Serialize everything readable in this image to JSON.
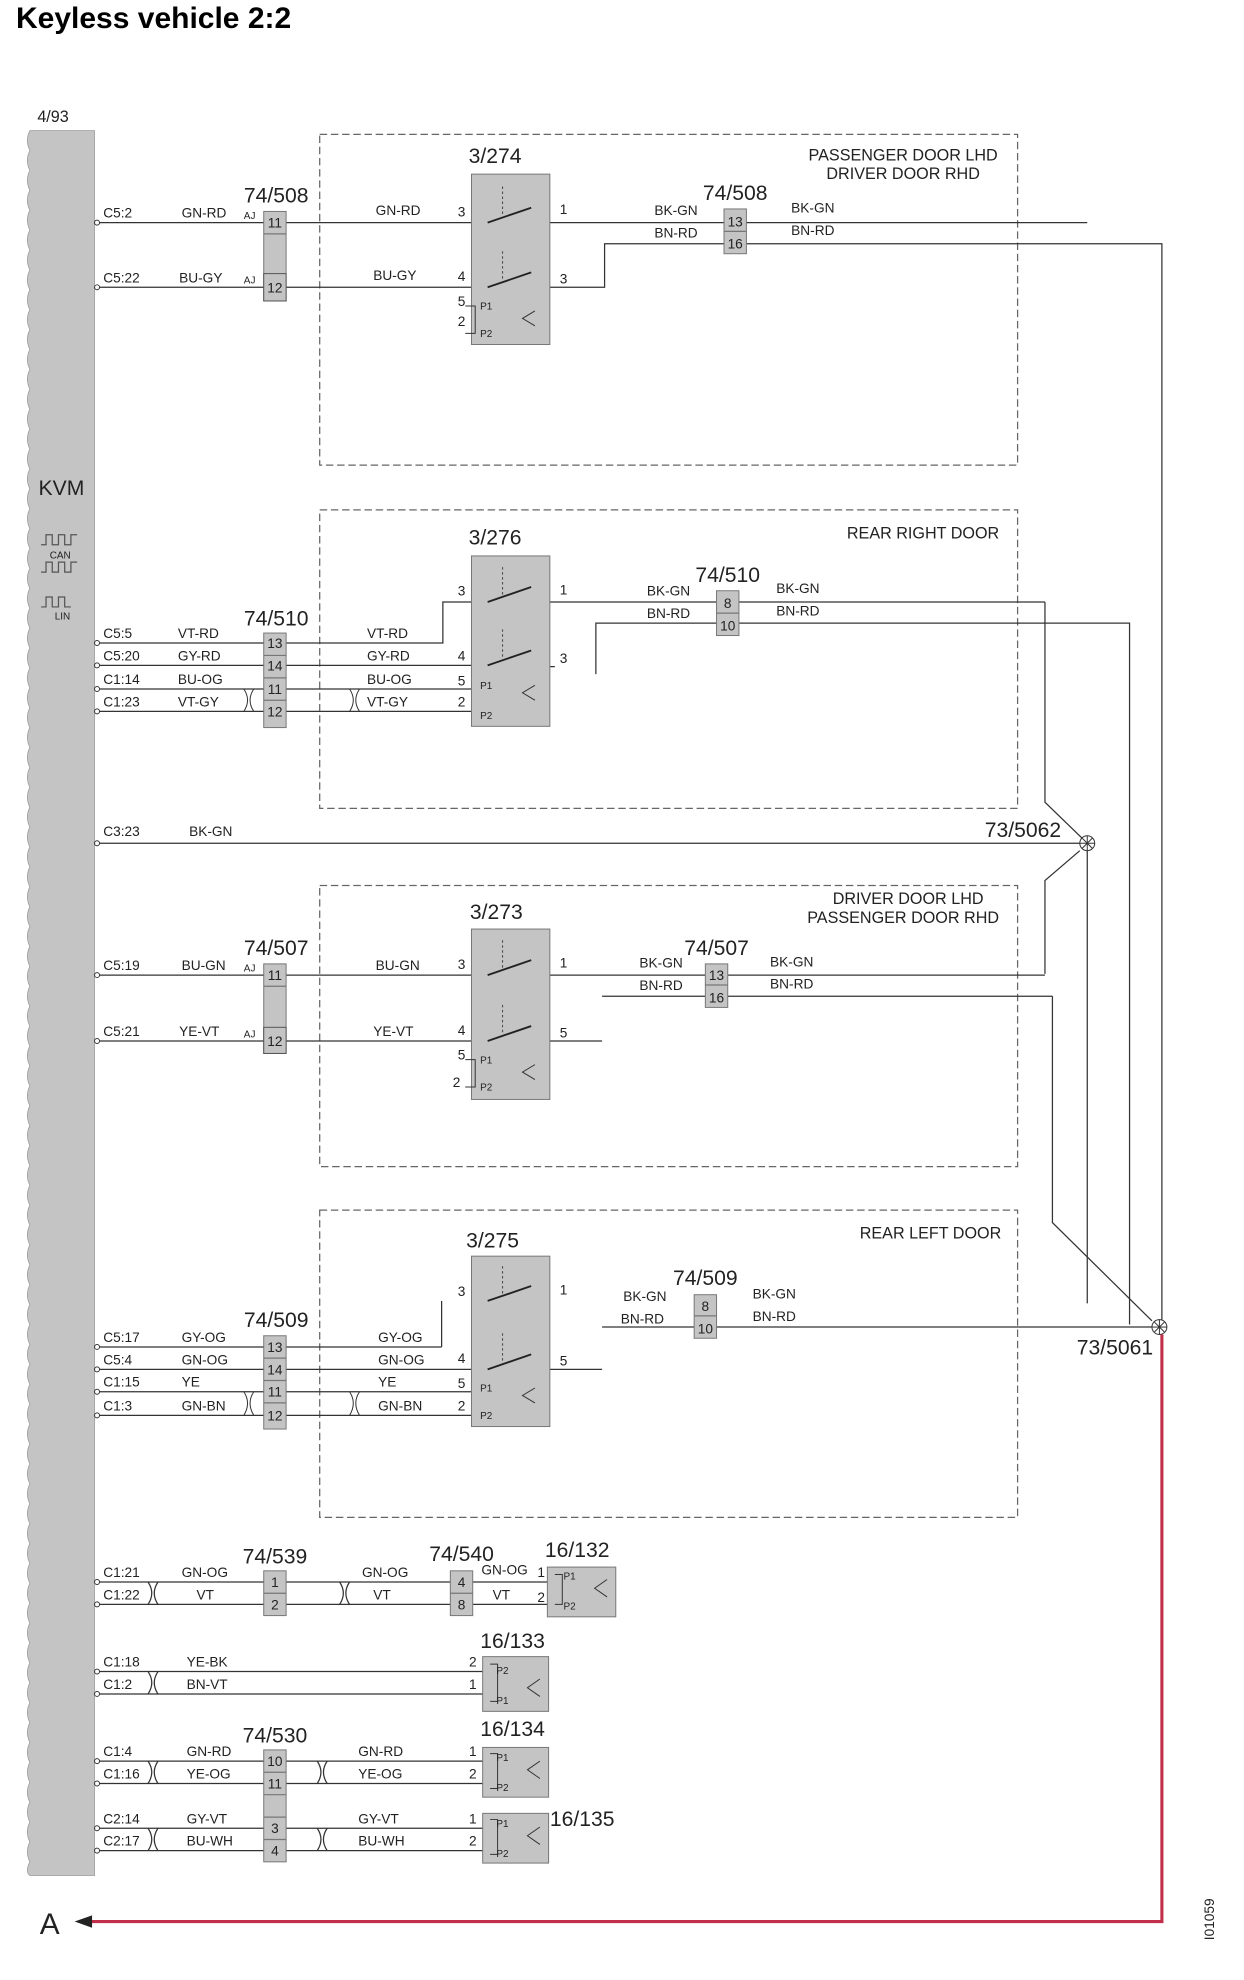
{
  "title": "Keyless vehicle 2:2",
  "module": {
    "ref": "4/93",
    "name": "KVM",
    "can": "CAN",
    "lin": "LIN"
  },
  "drawing_number": "I01059",
  "arrow_label": "A",
  "colors": {
    "wire": "#333333",
    "route": "#c0304a",
    "block": "#c4c4c4"
  },
  "groups": [
    {
      "id": "g1",
      "title_lines": [
        "PASSENGER DOOR LHD",
        "DRIVER DOOR RHD"
      ],
      "switch_ref": "3/274",
      "conn_left": "74/508",
      "conn_right": "74/508",
      "wires": [
        {
          "pin": "C5:2",
          "color": "GN-RD",
          "conn_pin": "11",
          "sw_pin": "3",
          "sw_color": "GN-RD",
          "aj": "AJ"
        },
        {
          "pin": "C5:22",
          "color": "BU-GY",
          "conn_pin": "12",
          "sw_pin": "4",
          "sw_color": "BU-GY",
          "aj": "AJ"
        }
      ],
      "sw_extra_pins": [
        "5",
        "2"
      ],
      "sw_out_pins": [
        "1",
        "3"
      ],
      "out": [
        {
          "color_in": "BK-GN",
          "pin": "13",
          "color_out": "BK-GN"
        },
        {
          "color_in": "BN-RD",
          "pin": "16",
          "color_out": "BN-RD"
        }
      ]
    },
    {
      "id": "g2",
      "title_lines": [
        "REAR RIGHT DOOR"
      ],
      "switch_ref": "3/276",
      "conn_left": "74/510",
      "conn_right": "74/510",
      "wires": [
        {
          "pin": "C5:5",
          "color": "VT-RD",
          "conn_pin": "13",
          "sw_color": "VT-RD"
        },
        {
          "pin": "C5:20",
          "color": "GY-RD",
          "conn_pin": "14",
          "sw_color": "GY-RD"
        },
        {
          "pin": "C1:14",
          "color": "BU-OG",
          "conn_pin": "11",
          "sw_color": "BU-OG"
        },
        {
          "pin": "C1:23",
          "color": "VT-GY",
          "conn_pin": "12",
          "sw_color": "VT-GY"
        }
      ],
      "sw_in_pins": [
        "3",
        "4",
        "5",
        "2"
      ],
      "sw_out_pins": [
        "1",
        "3"
      ],
      "out": [
        {
          "color_in": "BK-GN",
          "pin": "8",
          "color_out": "BK-GN"
        },
        {
          "color_in": "BN-RD",
          "pin": "10",
          "color_out": "BN-RD"
        }
      ]
    },
    {
      "id": "g3",
      "title_lines": [
        "DRIVER DOOR LHD",
        "PASSENGER DOOR RHD"
      ],
      "switch_ref": "3/273",
      "conn_left": "74/507",
      "conn_right": "74/507",
      "wires": [
        {
          "pin": "C5:19",
          "color": "BU-GN",
          "conn_pin": "11",
          "sw_pin": "3",
          "sw_color": "BU-GN",
          "aj": "AJ"
        },
        {
          "pin": "C5:21",
          "color": "YE-VT",
          "conn_pin": "12",
          "sw_pin": "4",
          "sw_color": "YE-VT",
          "aj": "AJ"
        }
      ],
      "sw_extra_pins": [
        "5",
        "2"
      ],
      "sw_out_pins": [
        "1",
        "5"
      ],
      "out": [
        {
          "color_in": "BK-GN",
          "pin": "13",
          "color_out": "BK-GN"
        },
        {
          "color_in": "BN-RD",
          "pin": "16",
          "color_out": "BN-RD"
        }
      ]
    },
    {
      "id": "g4",
      "title_lines": [
        "REAR LEFT DOOR"
      ],
      "switch_ref": "3/275",
      "conn_left": "74/509",
      "conn_right": "74/509",
      "wires": [
        {
          "pin": "C5:17",
          "color": "GY-OG",
          "conn_pin": "13",
          "sw_color": "GY-OG"
        },
        {
          "pin": "C5:4",
          "color": "GN-OG",
          "conn_pin": "14",
          "sw_color": "GN-OG"
        },
        {
          "pin": "C1:15",
          "color": "YE",
          "conn_pin": "11",
          "sw_color": "YE"
        },
        {
          "pin": "C1:3",
          "color": "GN-BN",
          "conn_pin": "12",
          "sw_color": "GN-BN"
        }
      ],
      "sw_in_pins": [
        "3",
        "4",
        "5",
        "2"
      ],
      "sw_out_pins": [
        "1",
        "5"
      ],
      "out": [
        {
          "color_in": "BK-GN",
          "pin": "8",
          "color_out": "BK-GN"
        },
        {
          "color_in": "BN-RD",
          "pin": "10",
          "color_out": "BN-RD"
        }
      ]
    }
  ],
  "ground_line": {
    "pin": "C3:23",
    "color": "BK-GN"
  },
  "splices": [
    "73/5062",
    "73/5061"
  ],
  "lower": {
    "c539": "74/539",
    "c540": "74/540",
    "c530": "74/530",
    "d132": "16/132",
    "d133": "16/133",
    "d134": "16/134",
    "d135": "16/135",
    "r1": {
      "pin_a": "C1:21",
      "pin_b": "C1:22",
      "ca": "GN-OG",
      "cb": "VT",
      "p539a": "1",
      "p539b": "2",
      "ca2": "GN-OG",
      "cb2": "VT",
      "p540a": "4",
      "p540b": "8",
      "ca3": "GN-OG",
      "cb3": "VT",
      "da": "1",
      "db": "2"
    },
    "r2": {
      "pin_a": "C1:18",
      "pin_b": "C1:2",
      "ca": "YE-BK",
      "cb": "BN-VT",
      "da": "2",
      "db": "1"
    },
    "r3": {
      "pin_a": "C1:4",
      "pin_b": "C1:16",
      "ca": "GN-RD",
      "cb": "YE-OG",
      "pa": "10",
      "pb": "11",
      "ca2": "GN-RD",
      "cb2": "YE-OG",
      "da": "1",
      "db": "2"
    },
    "r4": {
      "pin_a": "C2:14",
      "pin_b": "C2:17",
      "ca": "GY-VT",
      "cb": "BU-WH",
      "pa": "3",
      "pb": "4",
      "ca2": "GY-VT",
      "cb2": "BU-WH",
      "da": "1",
      "db": "2"
    },
    "p1": "P1",
    "p2": "P2"
  }
}
